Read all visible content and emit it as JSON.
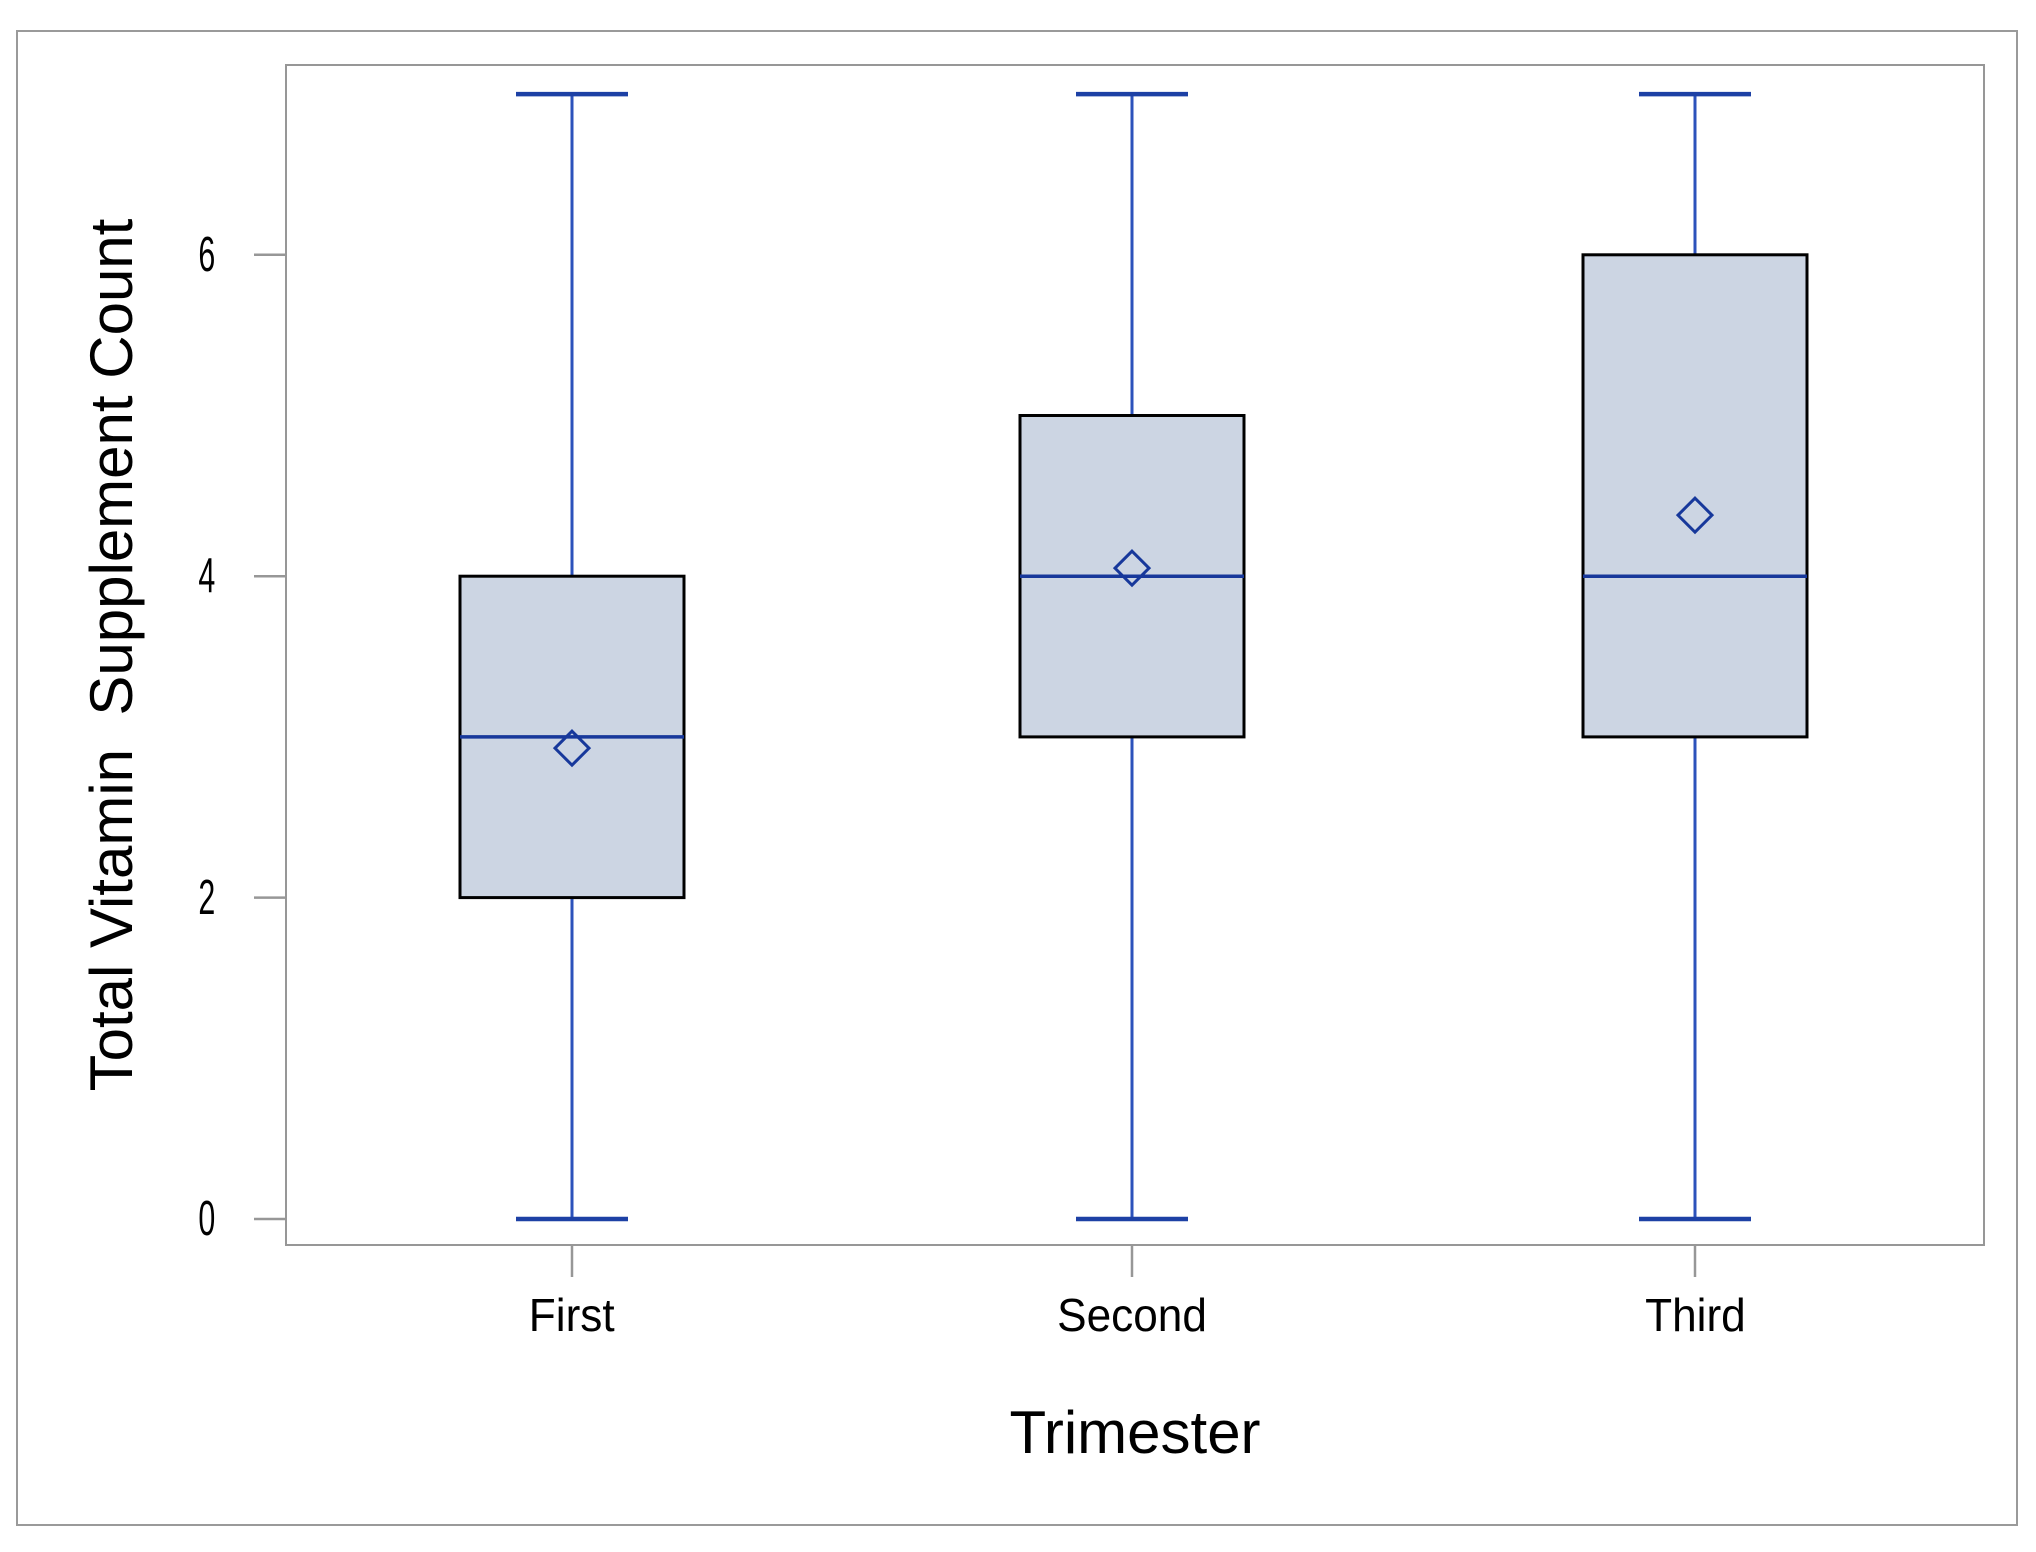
{
  "figure": {
    "background": "#ffffff",
    "frame_border_color": "#9a9a9a"
  },
  "chart_data": {
    "type": "boxplot",
    "title": "",
    "xlabel": "Trimester",
    "ylabel": "Total Vitamin  Supplement Count",
    "categories": [
      "First",
      "Second",
      "Third"
    ],
    "y_ticks": [
      0,
      2,
      4,
      6
    ],
    "y_tick_labels": [
      "0",
      "2",
      "4",
      "6"
    ],
    "ylim": [
      -0.17,
      7.19
    ],
    "grid": false,
    "legend": null,
    "series": [
      {
        "category": "First",
        "whisker_low": 0,
        "q1": 2,
        "median": 3,
        "q3": 4,
        "whisker_high": 7,
        "mean": 2.93
      },
      {
        "category": "Second",
        "whisker_low": 0,
        "q1": 3,
        "median": 4,
        "q3": 5,
        "whisker_high": 7,
        "mean": 4.05
      },
      {
        "category": "Third",
        "whisker_low": 0,
        "q1": 3,
        "median": 4,
        "q3": 6,
        "whisker_high": 7,
        "mean": 4.38
      }
    ],
    "colors": {
      "box_fill": "#ccd5e3",
      "box_border": "#000000",
      "median_line": "#17389b",
      "whisker_line": "#2c52bb",
      "whisker_cap": "#1d41a5",
      "mean_marker": "#17389b",
      "axis_line": "#979797",
      "text": "#000000"
    }
  }
}
